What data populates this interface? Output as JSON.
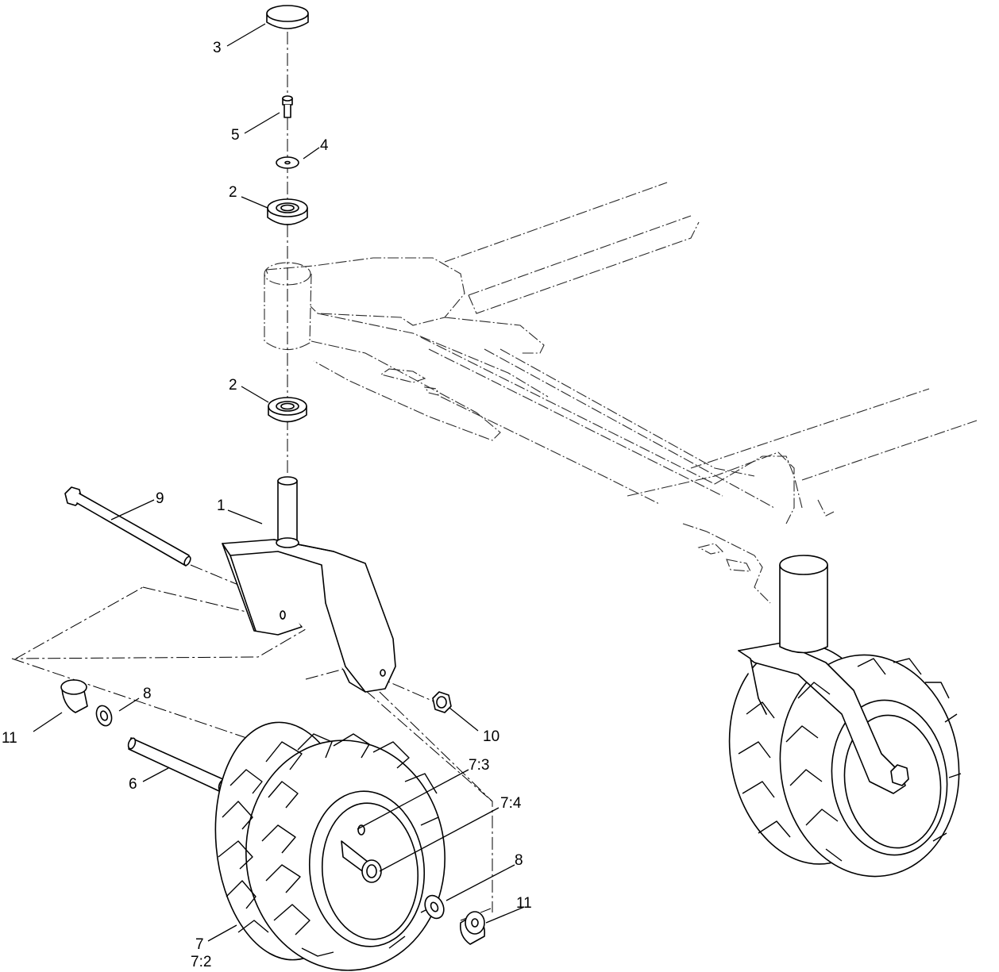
{
  "callouts": {
    "c3": "3",
    "c5": "5",
    "c4": "4",
    "c2a": "2",
    "c2b": "2",
    "c1": "1",
    "c9": "9",
    "c8a": "8",
    "c11a": "11",
    "c10": "10",
    "c6": "6",
    "c73": "7:3",
    "c74": "7:4",
    "c8b": "8",
    "c11b": "11",
    "c7": "7",
    "c72": "7:2"
  }
}
